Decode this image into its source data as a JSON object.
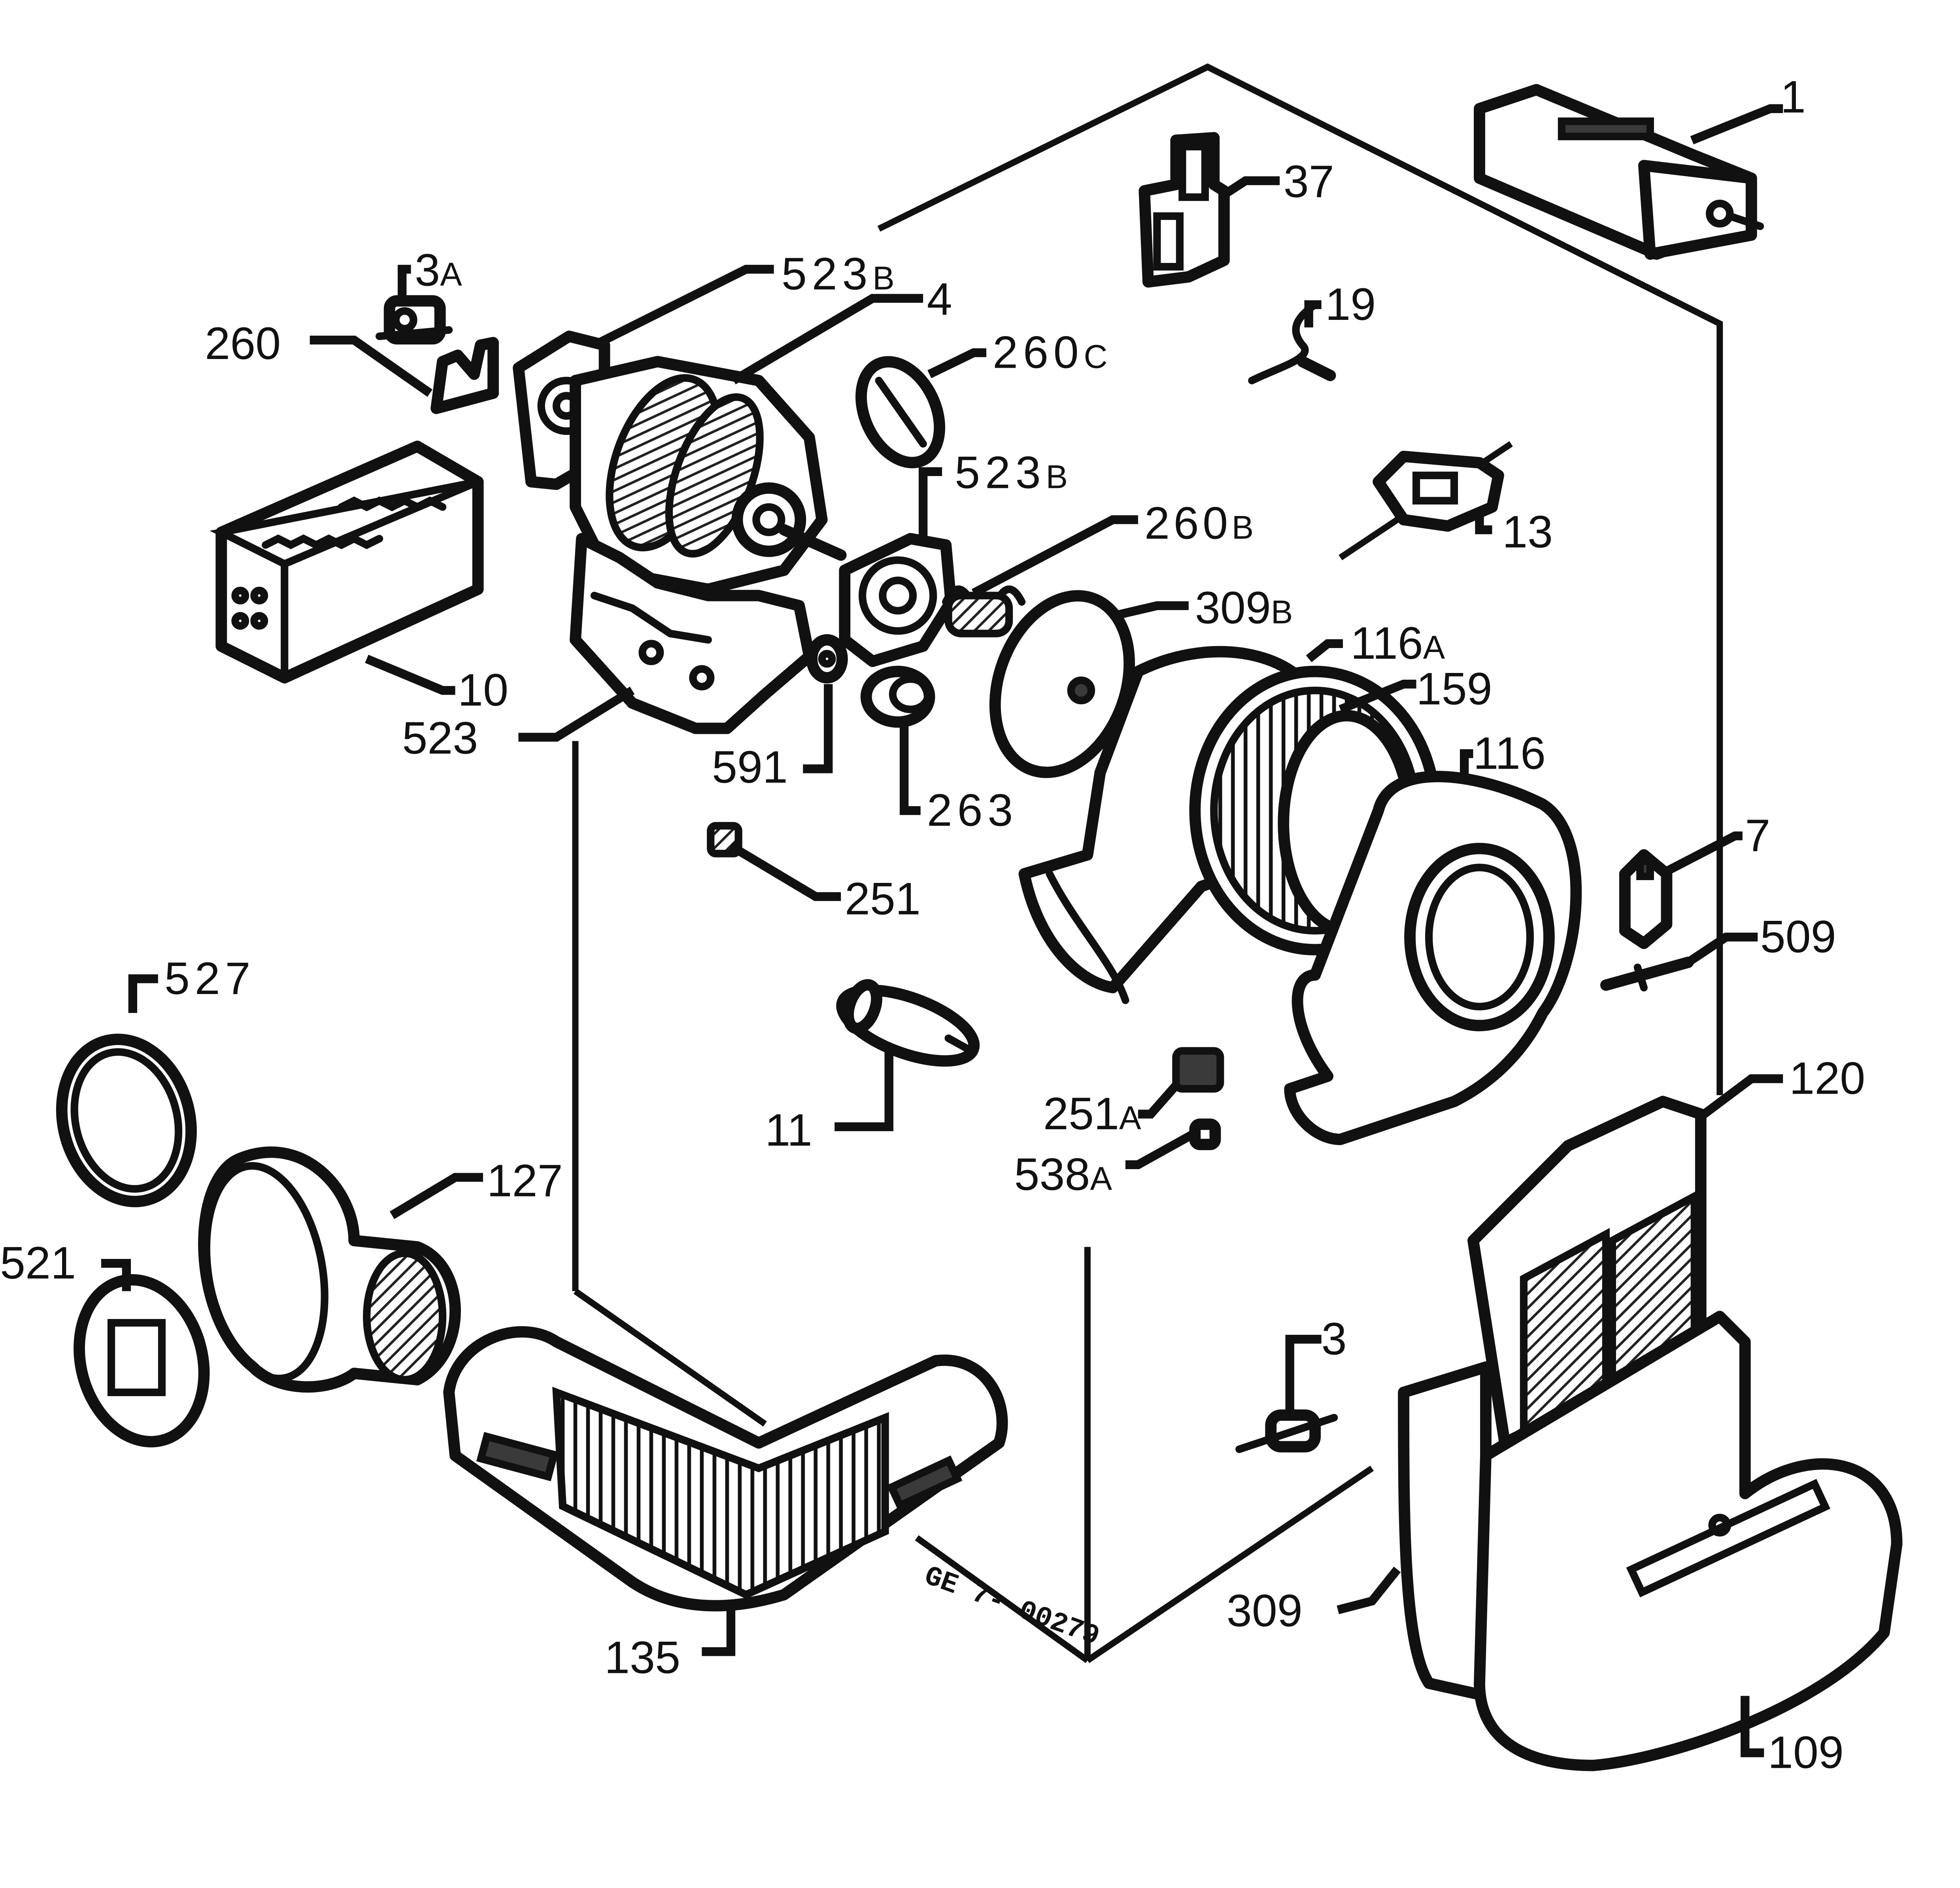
{
  "callouts": {
    "c1": "1",
    "c37": "37",
    "c3a": "3",
    "c3a_suffix": "A",
    "c260": "260",
    "c523b_top": "523",
    "c523b_top_suffix": "B",
    "c4": "4",
    "c260c": "260",
    "c260c_suffix": "C",
    "c19": "19",
    "c523b_mid": "523",
    "c523b_mid_suffix": "B",
    "c13": "13",
    "c260b": "260",
    "c260b_suffix": "B",
    "c309b": "309",
    "c309b_suffix": "B",
    "c116a": "116",
    "c116a_suffix": "A",
    "c159": "159",
    "c10": "10",
    "c523": "523",
    "c591": "591",
    "c116": "116",
    "c263": "263",
    "c7": "7",
    "c251": "251",
    "c509": "509",
    "c527": "527",
    "c120": "120",
    "c11": "11",
    "c251a": "251",
    "c251a_suffix": "A",
    "c538a": "538",
    "c538a_suffix": "A",
    "c127": "127",
    "c521": "521",
    "c3": "3",
    "c309": "309",
    "c135": "135",
    "c109": "109"
  },
  "drawing_code": "GE 7- 00279"
}
